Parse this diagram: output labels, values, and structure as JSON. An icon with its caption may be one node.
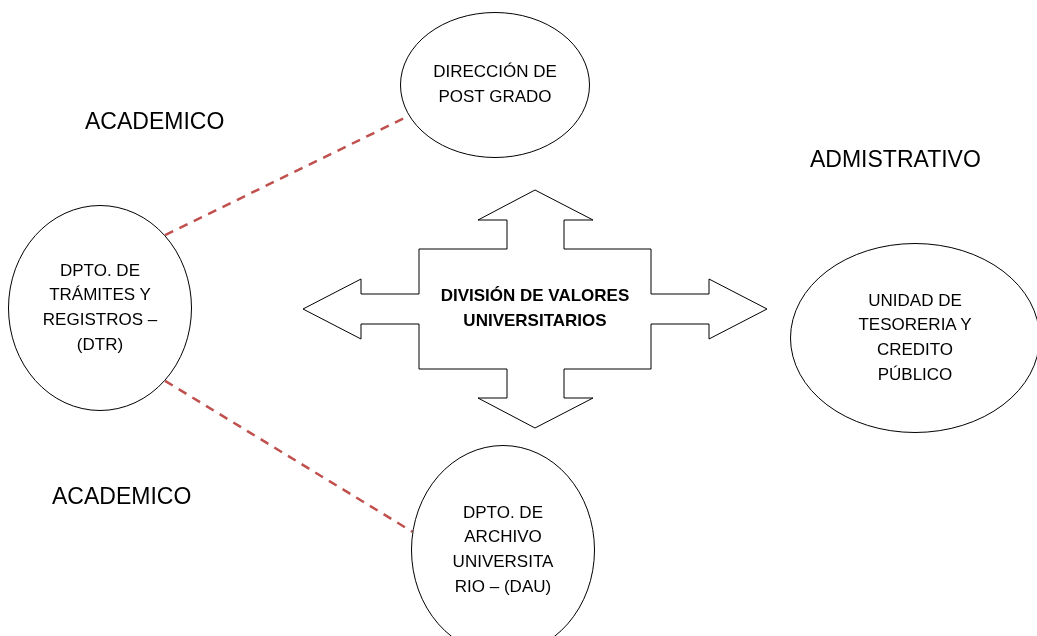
{
  "diagram": {
    "nodes": [
      {
        "text": [
          "DIVISIÓN DE VALORES UNIVERSITARIOS"
        ]
      },
      {
        "text": [
          "DIRECCIÓN DE POST GRADO"
        ]
      },
      {
        "text": [
          "DPTO. DE TRÁMITES Y REGISTROS – (DTR)"
        ]
      },
      {
        "text": [
          "UNIDAD DE TESORERIA Y CREDITO PÚBLICO"
        ]
      },
      {
        "text": [
          "DPTO. DE ARCHIVO UNIVERSITA RIO – (DAU)"
        ]
      }
    ],
    "edges": [
      {
        "from": 2,
        "to": 1,
        "arrow": "none",
        "style": "dashed",
        "color": "#c0504d"
      },
      {
        "from": 2,
        "to": 4,
        "arrow": "none",
        "style": "dashed",
        "color": "#c0504d"
      }
    ],
    "labels": [
      "ACADEMICO",
      "ADMISTRATIVO",
      "ACADEMICO"
    ]
  }
}
